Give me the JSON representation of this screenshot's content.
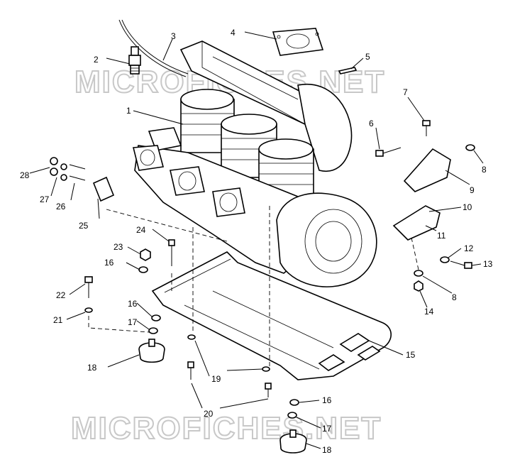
{
  "watermark": "MICROFICHES.NET",
  "callouts": [
    "1",
    "2",
    "3",
    "4",
    "5",
    "6",
    "7",
    "8",
    "9",
    "10",
    "11",
    "12",
    "13",
    "8",
    "14",
    "15",
    "16",
    "17",
    "18",
    "19",
    "20",
    "16",
    "17",
    "18",
    "21",
    "22",
    "23",
    "16",
    "24",
    "25",
    "26",
    "27",
    "28"
  ]
}
